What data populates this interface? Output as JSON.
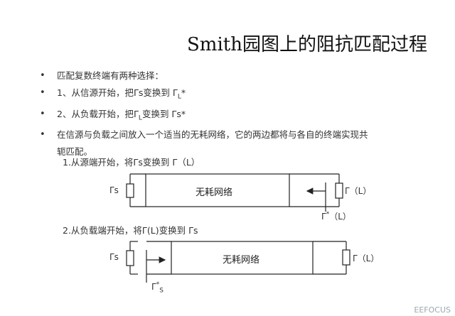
{
  "slide": {
    "title": "Smith园图上的阻抗匹配过程",
    "bullets": [
      {
        "line1": "匹配复数终端有两种选择："
      },
      {
        "line1": "1、从信源开始，把Γs变换到 Γ",
        "sub": "L",
        "tail": "*"
      },
      {
        "line1": "2、从负载开始，把Γ",
        "sub": "L",
        "tail": "变换到 Γs*"
      },
      {
        "line1": "在信源与负载之间放入一个适当的无耗网络，它的两边都将与各自的终端实现共",
        "line2": "轭匹配。"
      }
    ]
  },
  "diagram1": {
    "heading": "1.从源端开始，将Γs变换到 Γ（L）",
    "network_label": "无耗网络",
    "source_label": "Γs",
    "load_label": "Γ（L）",
    "conj_label_main": "Γ",
    "conj_label_sup": "*",
    "conj_label_tail": "（L）"
  },
  "diagram2": {
    "heading": "2.从负载端开始，将Γ(L)变换到 Γs",
    "network_label": "无耗网络",
    "source_label": "Γs",
    "load_label": "Γ（L）",
    "conj_label_main": "Γ",
    "conj_label_sup": "*",
    "conj_label_sub": "S"
  },
  "watermark": "EEFOCUS"
}
